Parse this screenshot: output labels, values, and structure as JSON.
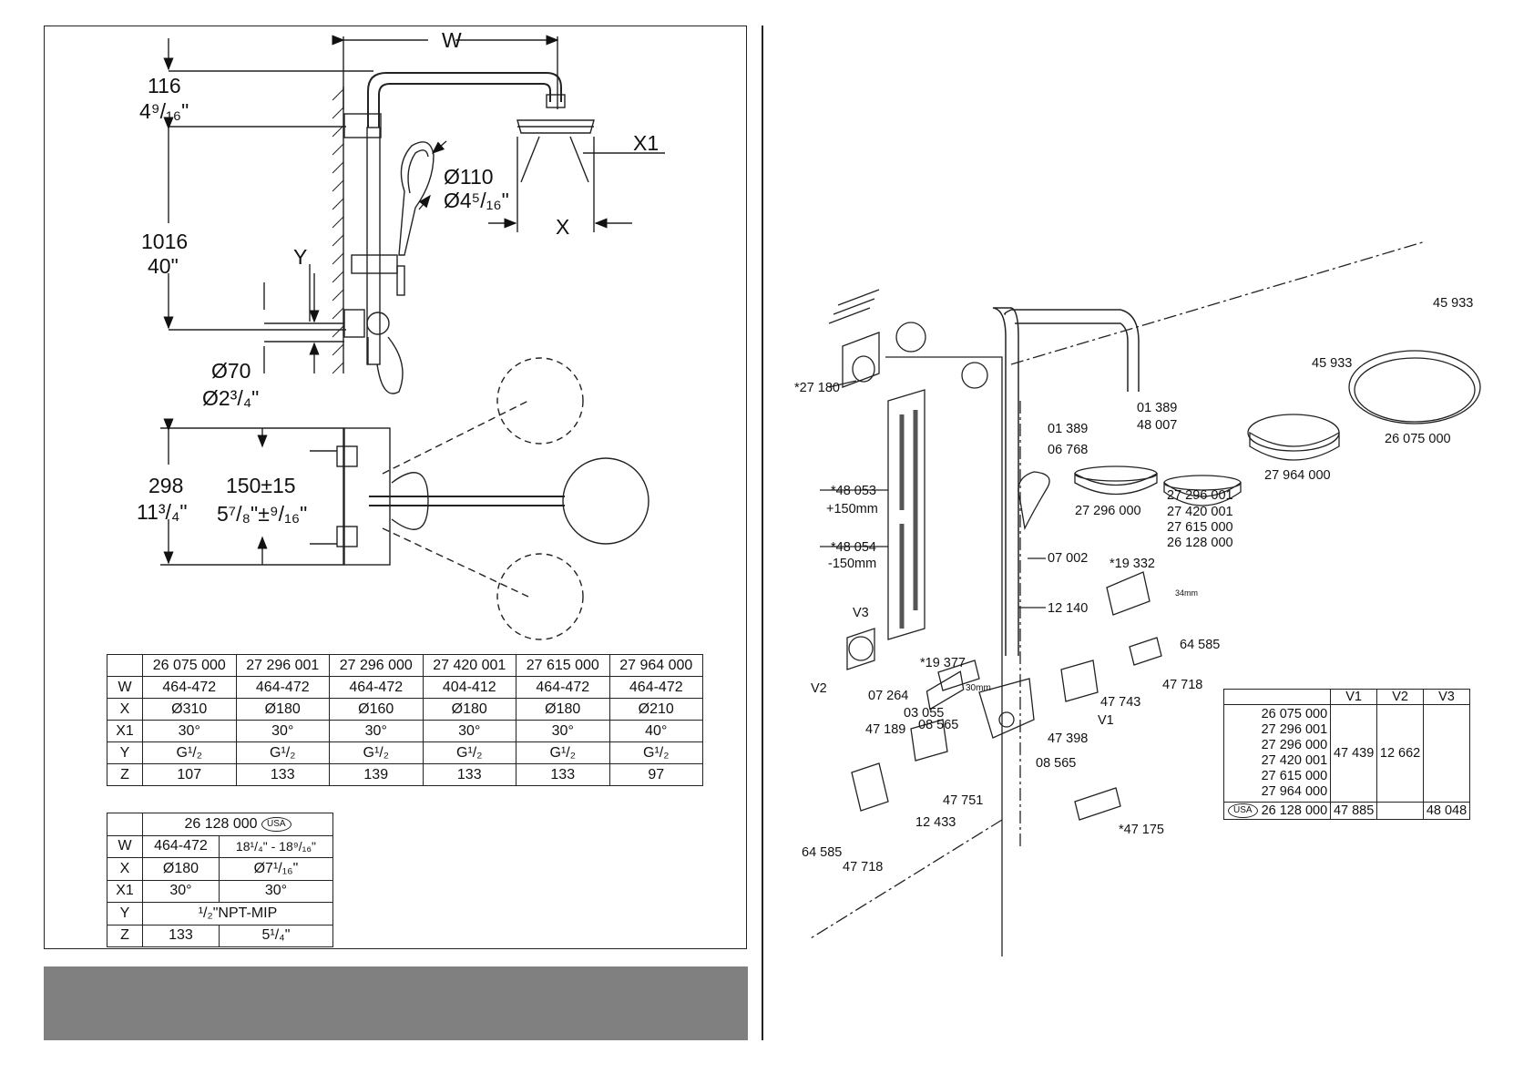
{
  "top_view": {
    "w": "W",
    "x": "X",
    "x1": "X1",
    "y": "Y",
    "d116": "116",
    "d116_in": "4⁹/₁₆\"",
    "d1016": "1016",
    "d1016_in": "40\"",
    "dia110": "Ø110",
    "dia110_in": "Ø4⁵/₁₆\"",
    "dia70": "Ø70",
    "dia70_in": "Ø2³/₄\""
  },
  "side_view": {
    "d298": "298",
    "d298_in": "11³/₄\"",
    "d150": "150±15",
    "d150_in": "5⁷/₈\"±⁹/₁₆\""
  },
  "spec_table": {
    "headers": [
      "26 075 000",
      "27 296 001",
      "27 296 000",
      "27 420 001",
      "27 615 000",
      "27 964 000"
    ],
    "rows": [
      {
        "label": "W",
        "values": [
          "464-472",
          "464-472",
          "464-472",
          "404-412",
          "464-472",
          "464-472"
        ]
      },
      {
        "label": "X",
        "values": [
          "Ø310",
          "Ø180",
          "Ø160",
          "Ø180",
          "Ø180",
          "Ø210"
        ]
      },
      {
        "label": "X1",
        "values": [
          "30°",
          "30°",
          "30°",
          "30°",
          "30°",
          "40°"
        ]
      },
      {
        "label": "Y",
        "values": [
          "G¹/₂",
          "G¹/₂",
          "G¹/₂",
          "G¹/₂",
          "G¹/₂",
          "G¹/₂"
        ]
      },
      {
        "label": "Z",
        "values": [
          "107",
          "133",
          "139",
          "133",
          "133",
          "97"
        ]
      }
    ]
  },
  "usa_table": {
    "header": "26 128 000",
    "badge": "USA",
    "rows": [
      {
        "label": "W",
        "mm": "464-472",
        "inch": "18¹/₄\" - 18⁹/₁₆\""
      },
      {
        "label": "X",
        "mm": "Ø180",
        "inch": "Ø7¹/₁₆\""
      },
      {
        "label": "X1",
        "mm": "30°",
        "inch": "30°"
      },
      {
        "label": "Y",
        "merged": "¹/₂\"NPT-MIP"
      },
      {
        "label": "Z",
        "mm": "133",
        "inch": "5¹/₄\""
      }
    ]
  },
  "parts_labels": {
    "p27180": "*27 180",
    "p48053": "*48 053",
    "p48053b": "+150mm",
    "p48054": "*48 054",
    "p48054b": "-150mm",
    "v3": "V3",
    "v2": "V2",
    "v1": "V1",
    "p07264": "07 264",
    "p03055": "03 055",
    "p47189": "47 189",
    "p08565a": "08 565",
    "p19377": "*19 377",
    "p30mm": "30mm",
    "p01389a": "01 389",
    "p06768": "06 768",
    "p27296000": "27 296 000",
    "p01389b": "01 389",
    "p48007": "48 007",
    "p07002": "07 002",
    "p12140": "12 140",
    "p19332": "*19 332",
    "p34mm": "34mm",
    "p64585a": "64 585",
    "p47718a": "47 718",
    "p47743": "47 743",
    "p47398": "47 398",
    "p08565b": "08 565",
    "p47751": "47 751",
    "p12433": "12 433",
    "p64585b": "64 585",
    "p47718b": "47 718",
    "p47175": "*47 175",
    "p45933a": "45 933",
    "p45933b": "45 933",
    "p26075000": "26 075 000",
    "p27964000": "27 964 000",
    "group_heads": [
      "27 296 001",
      "27 420 001",
      "27 615 000",
      "26 128 000"
    ]
  },
  "parts_table": {
    "headers": [
      "V1",
      "V2",
      "V3"
    ],
    "models": [
      "26 075 000",
      "27 296 001",
      "27 296 000",
      "27 420 001",
      "27 615 000",
      "27 964 000"
    ],
    "v1": "47 439",
    "v2": "12 662",
    "v3": "",
    "usa_badge": "USA",
    "usa_model": "26 128 000",
    "usa_v1": "47 885",
    "usa_v2": "",
    "usa_v3": "48 048"
  }
}
